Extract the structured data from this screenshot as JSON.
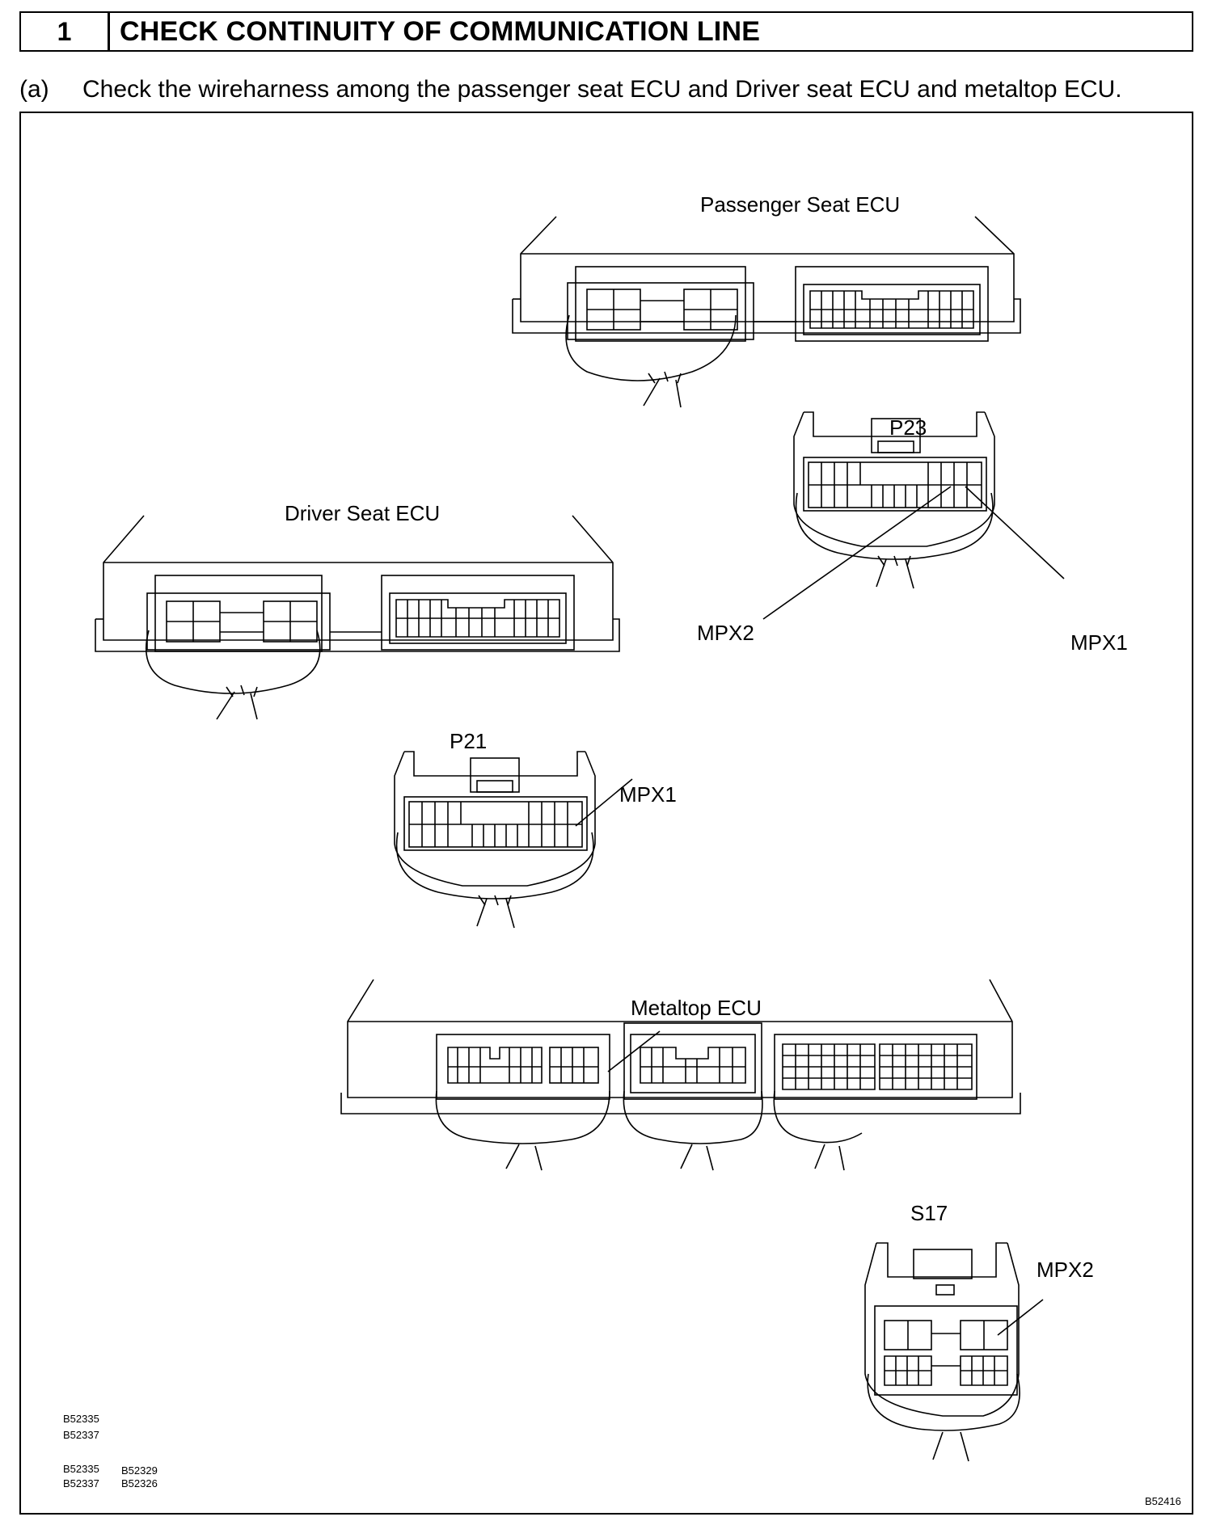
{
  "step": {
    "number": "1",
    "title": "CHECK CONTINUITY OF COMMUNICATION LINE",
    "sub_label": "(a)",
    "instruction": "Check the wireharness among the passenger seat ECU and Driver seat ECU and metaltop ECU."
  },
  "figure": {
    "passenger_ecu_label": "Passenger Seat ECU",
    "driver_ecu_label": "Driver Seat ECU",
    "metaltop_ecu_label": "Metaltop ECU",
    "connector_p23": "P23",
    "connector_p21": "P21",
    "connector_s17": "S17",
    "p23_mpx2": "MPX2",
    "p23_mpx1": "MPX1",
    "p21_mpx1": "MPX1",
    "s17_mpx2": "MPX2",
    "codes_a": [
      "B52335",
      "B52337"
    ],
    "codes_b": [
      "B52335",
      "B52337"
    ],
    "codes_c": [
      "B52329",
      "B52326"
    ],
    "figure_code": "B52416"
  }
}
